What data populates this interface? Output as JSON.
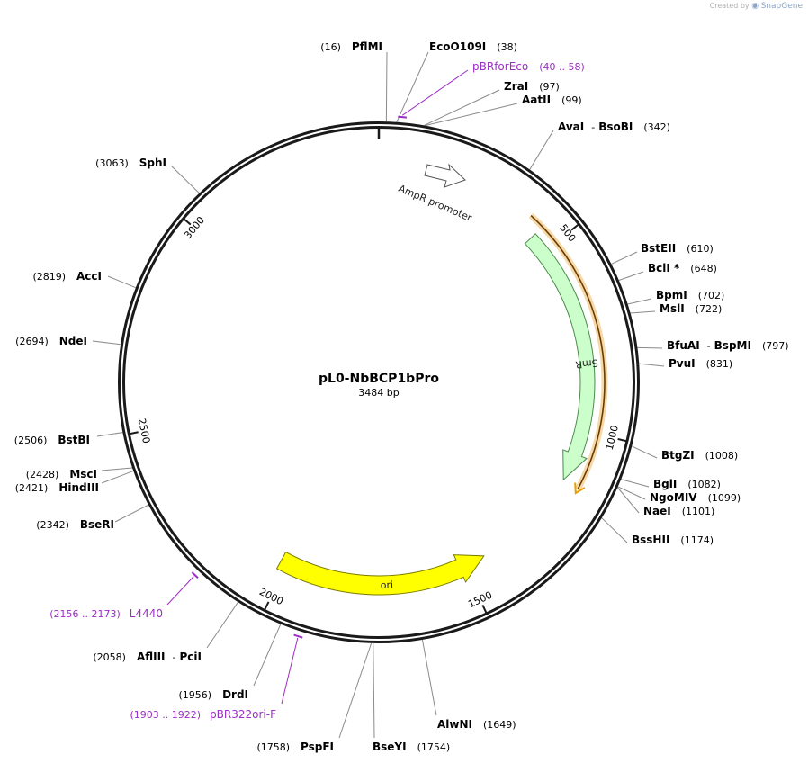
{
  "watermark": {
    "prefix": "Created by",
    "brand": "SnapGene"
  },
  "plasmid": {
    "name": "pL0-NbBCP1bPro",
    "size_label": "3484 bp",
    "length": 3484
  },
  "ticks": [
    {
      "pos": 500,
      "label": "500"
    },
    {
      "pos": 1000,
      "label": "1000"
    },
    {
      "pos": 1500,
      "label": "1500"
    },
    {
      "pos": 2000,
      "label": "2000"
    },
    {
      "pos": 2500,
      "label": "2500"
    },
    {
      "pos": 3000,
      "label": "3000"
    }
  ],
  "sites": [
    {
      "name": "PflMI",
      "pos": 16,
      "pos_label": "(16)"
    },
    {
      "name": "EcoO109I",
      "pos": 38,
      "pos_label": "(38)"
    },
    {
      "name": "ZraI",
      "pos": 97,
      "pos_label": "(97)"
    },
    {
      "name": "AatII",
      "pos": 99,
      "pos_label": "(99)"
    },
    {
      "name": "AvaI",
      "name2": "BsoBI",
      "pos": 342,
      "pos_label": "(342)"
    },
    {
      "name": "BstEII",
      "pos": 610,
      "pos_label": "(610)"
    },
    {
      "name": "BclI *",
      "pos": 648,
      "pos_label": "(648)"
    },
    {
      "name": "BpmI",
      "pos": 702,
      "pos_label": "(702)"
    },
    {
      "name": "MslI",
      "pos": 722,
      "pos_label": "(722)"
    },
    {
      "name": "BfuAI",
      "name2": "BspMI",
      "pos": 797,
      "pos_label": "(797)"
    },
    {
      "name": "PvuI",
      "pos": 831,
      "pos_label": "(831)"
    },
    {
      "name": "BtgZI",
      "pos": 1008,
      "pos_label": "(1008)"
    },
    {
      "name": "BglI",
      "pos": 1082,
      "pos_label": "(1082)"
    },
    {
      "name": "NgoMIV",
      "pos": 1099,
      "pos_label": "(1099)"
    },
    {
      "name": "NaeI",
      "pos": 1101,
      "pos_label": "(1101)"
    },
    {
      "name": "BssHII",
      "pos": 1174,
      "pos_label": "(1174)"
    },
    {
      "name": "AlwNI",
      "pos": 1649,
      "pos_label": "(1649)"
    },
    {
      "name": "BseYI",
      "pos": 1754,
      "pos_label": "(1754)"
    },
    {
      "name": "PspFI",
      "pos": 1758,
      "pos_label": "(1758)"
    },
    {
      "name": "DrdI",
      "pos": 1956,
      "pos_label": "(1956)"
    },
    {
      "name": "AflIII",
      "name2": "PciI",
      "pos": 2058,
      "pos_label": "(2058)"
    },
    {
      "name": "BseRI",
      "pos": 2342,
      "pos_label": "(2342)"
    },
    {
      "name": "HindIII",
      "pos": 2421,
      "pos_label": "(2421)"
    },
    {
      "name": "MscI",
      "pos": 2428,
      "pos_label": "(2428)"
    },
    {
      "name": "BstBI",
      "pos": 2506,
      "pos_label": "(2506)"
    },
    {
      "name": "NdeI",
      "pos": 2694,
      "pos_label": "(2694)"
    },
    {
      "name": "AccI",
      "pos": 2819,
      "pos_label": "(2819)"
    },
    {
      "name": "SphI",
      "pos": 3063,
      "pos_label": "(3063)"
    }
  ],
  "primers": [
    {
      "name": "pBRforEco",
      "range_label": "(40 .. 58)",
      "start": 40,
      "end": 58
    },
    {
      "name": "pBR322ori-F",
      "range_label": "(1903 .. 1922)",
      "start": 1903,
      "end": 1922
    },
    {
      "name": "L4440",
      "range_label": "(2156 .. 2173)",
      "start": 2156,
      "end": 2173
    }
  ],
  "features": [
    {
      "name": "AmpR promoter",
      "start": 140,
      "end": 245,
      "fill": "#ffffff",
      "stroke": "#555555"
    },
    {
      "name": "SmR",
      "start": 450,
      "end": 1140,
      "fill": "#ccfecc",
      "stroke": "#4a8a4a"
    },
    {
      "name": "ori",
      "start": 1440,
      "end": 2020,
      "direction": "reverse",
      "fill": "#ffff00",
      "stroke": "#7a7a00"
    }
  ],
  "colors": {
    "backbone": "#1a1a1a",
    "primer": "#9b2ec4",
    "highlight": "#e8a000"
  }
}
